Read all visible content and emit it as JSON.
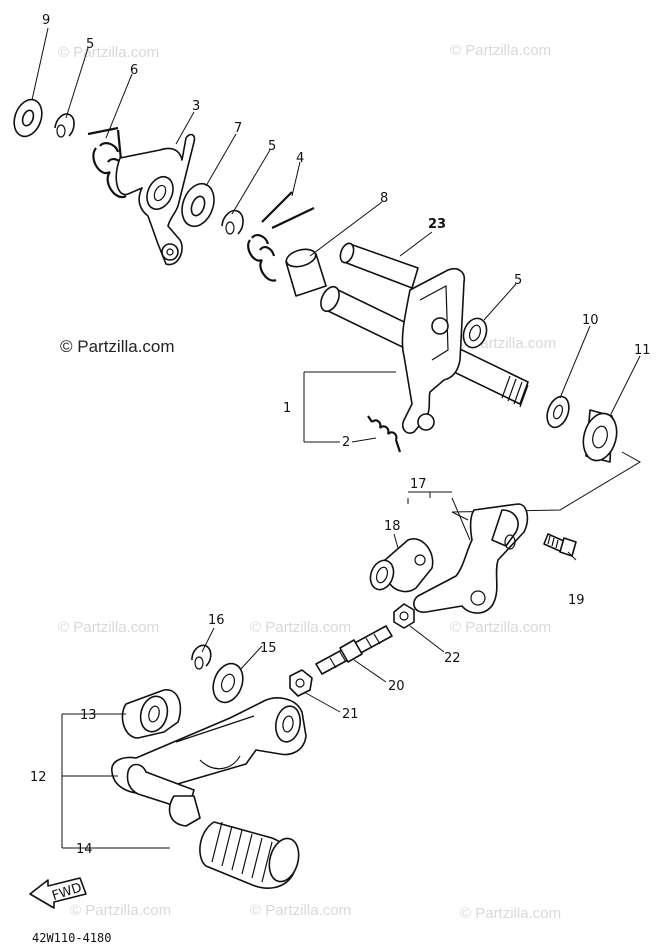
{
  "watermarks": [
    "© Partzilla.com",
    "© Partzilla.com",
    "© Partzilla.com",
    "© Partzilla.com",
    "© Partzilla.com",
    "© Partzilla.com",
    "© Partzilla.com",
    "© Partzilla.com",
    "© Partzilla.com"
  ],
  "watermark_center": "© Partzilla.com",
  "diagram_code": "42W110-4180",
  "fwd_label": "FWD",
  "callouts": {
    "n9": "9",
    "n5a": "5",
    "n6": "6",
    "n3": "3",
    "n7": "7",
    "n5b": "5",
    "n4": "4",
    "n8": "8",
    "n23": "23",
    "n5c": "5",
    "n10": "10",
    "n11": "11",
    "n1": "1",
    "n2": "2",
    "n17": "17",
    "n18": "18",
    "n19": "19",
    "n16": "16",
    "n15": "15",
    "n22": "22",
    "n20": "20",
    "n21": "21",
    "n13": "13",
    "n12": "12",
    "n14": "14"
  },
  "colors": {
    "ink": "#111111",
    "watermark": "#d9d9d9",
    "background": "#ffffff"
  }
}
